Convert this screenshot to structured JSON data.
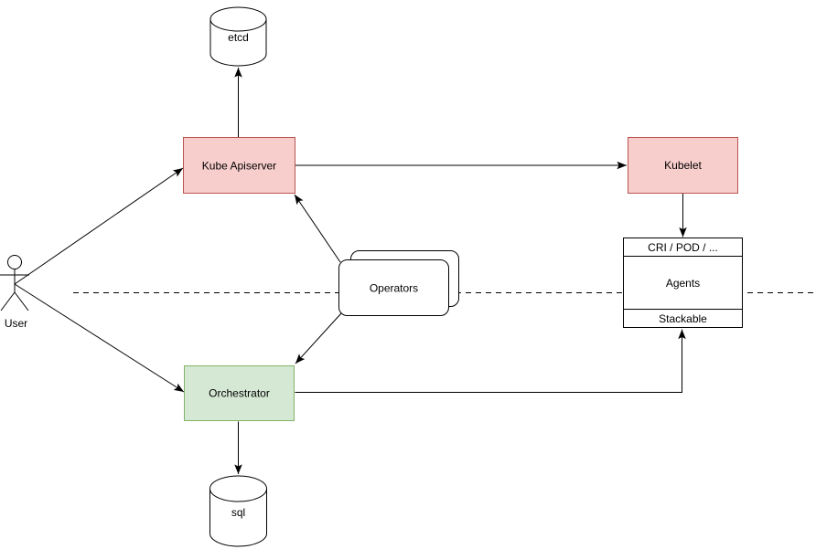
{
  "diagram": {
    "nodes": {
      "etcd": {
        "label": "etcd"
      },
      "kube_apiserver": {
        "label": "Kube Apiserver"
      },
      "kubelet": {
        "label": "Kubelet"
      },
      "cri_box": {
        "header": "CRI / POD / ...",
        "body": "Agents",
        "footer": "Stackable"
      },
      "operators": {
        "label": "Operators"
      },
      "orchestrator": {
        "label": "Orchestrator"
      },
      "sql": {
        "label": "sql"
      },
      "user": {
        "label": "User"
      }
    },
    "colors": {
      "red_fill": "#f8cecc",
      "red_stroke": "#b85450",
      "green_fill": "#d5e8d4",
      "green_stroke": "#82b366",
      "shape_fill": "#ffffff",
      "line": "#000000",
      "text": "#000000",
      "background": "#ffffff"
    }
  }
}
